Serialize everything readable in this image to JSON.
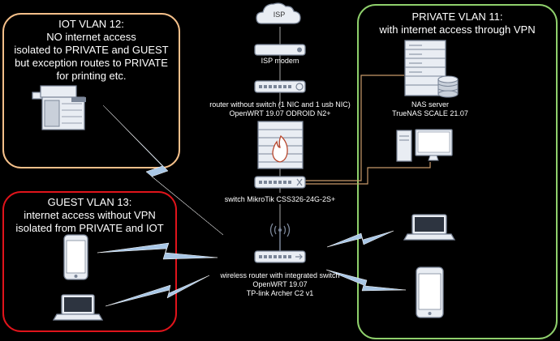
{
  "zones": {
    "iot": {
      "title": "IOT VLAN 12:",
      "lines": [
        "NO internet access",
        "isolated to PRIVATE and GUEST",
        "but exception routes to PRIVATE",
        "for printing etc."
      ],
      "border_color": "#f5c08a"
    },
    "guest": {
      "title": "GUEST VLAN 13:",
      "lines": [
        "internet access without VPN",
        "isolated from PRIVATE and IOT"
      ],
      "border_color": "#e0141b"
    },
    "private": {
      "title": "PRIVATE VLAN 11:",
      "lines": [
        "with internet access through VPN"
      ],
      "border_color": "#8fd06c"
    }
  },
  "nodes": {
    "isp": {
      "label": "ISP"
    },
    "modem": {
      "label": "ISP modem"
    },
    "router": {
      "lines": [
        "router without switch (1 NIC and 1 usb NIC)",
        "OpenWRT 19.07 ODROID N2+"
      ]
    },
    "switch": {
      "label": "switch MikroTik CSS326-24G-2S+"
    },
    "wireless": {
      "lines": [
        "wireless router with integrated switch",
        "OpenWRT 19.07",
        "TP-link Archer C2 v1"
      ]
    },
    "nas": {
      "lines": [
        "NAS server",
        "TrueNAS SCALE 21.07"
      ]
    }
  },
  "colors": {
    "wired_link": "#8a8a8a",
    "private_link": "#c89a6a",
    "wireless_link": "#a9c7e6",
    "device_fill": "#e9edf3",
    "device_stroke": "#7b8698"
  }
}
